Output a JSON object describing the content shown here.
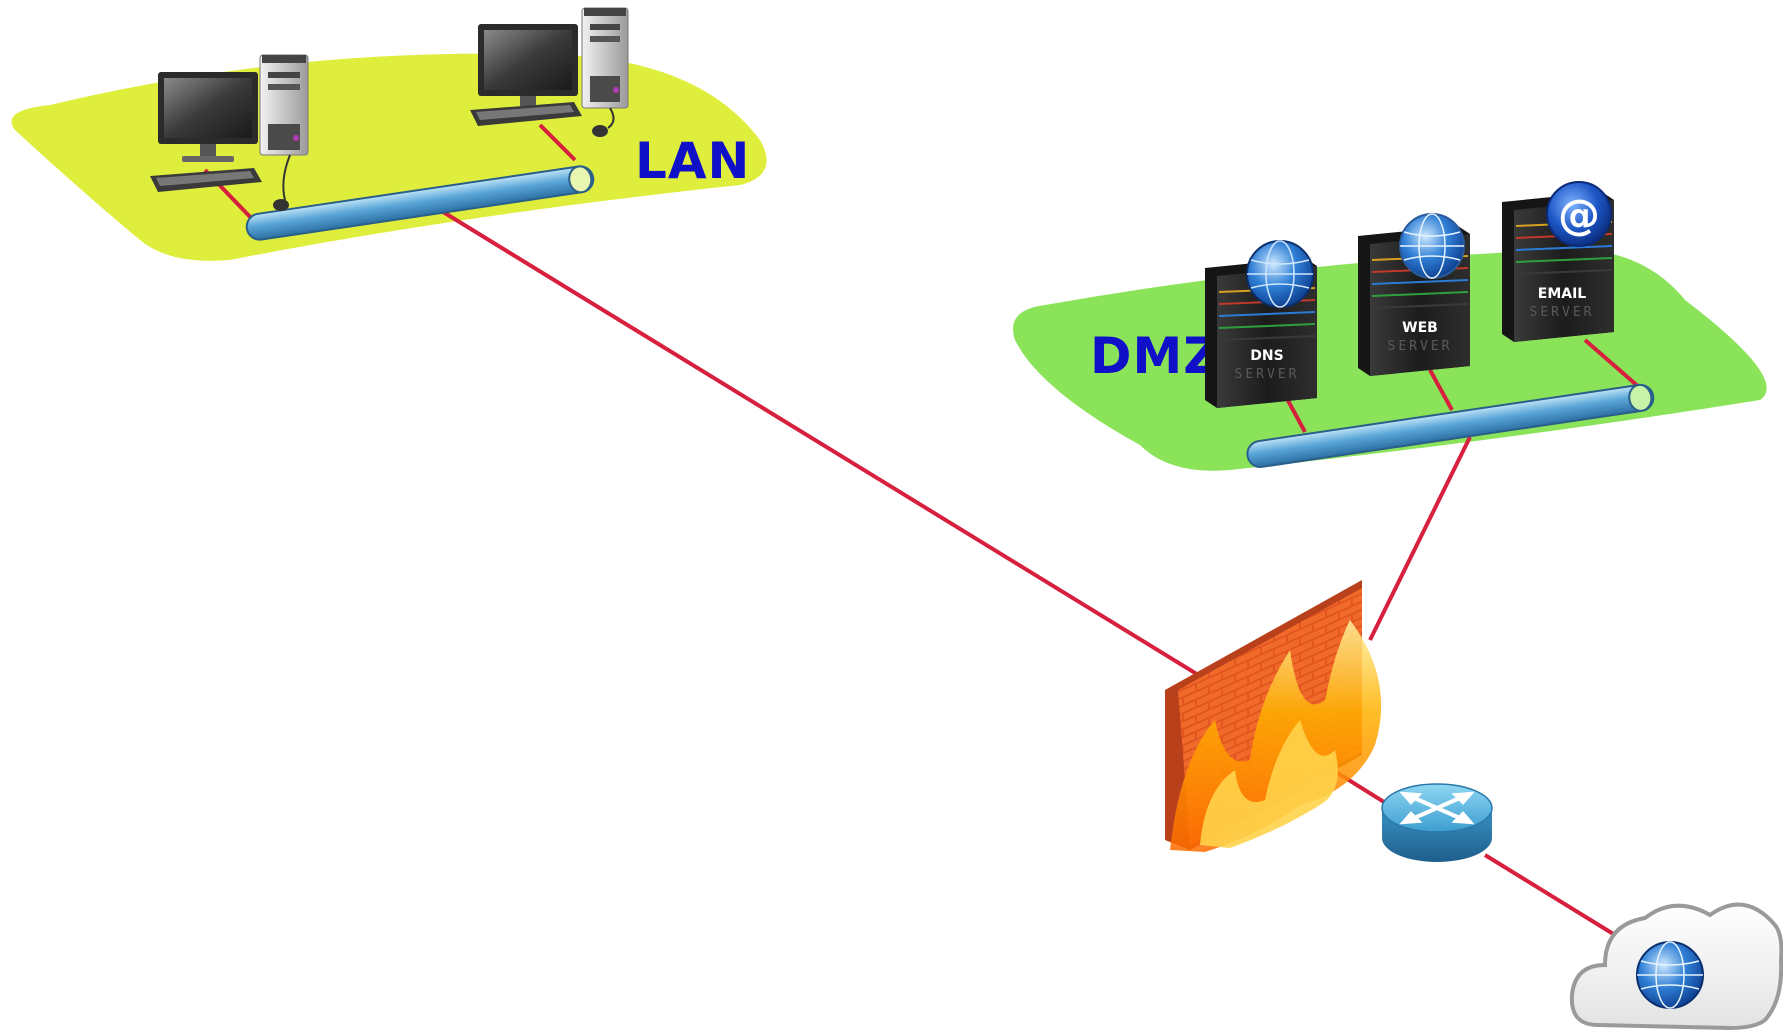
{
  "zones": {
    "lan": {
      "label": "LAN",
      "color": "#dfee3c"
    },
    "dmz": {
      "label": "DMZ",
      "color": "#8be35a"
    }
  },
  "label_color": "#1010c8",
  "link_color": "#d71f3e",
  "bus_color": "#5aa6d8",
  "servers": [
    {
      "label": "DNS",
      "sub": "SERVER",
      "icon": "globe-icon"
    },
    {
      "label": "WEB",
      "sub": "SERVER",
      "icon": "globe-icon"
    },
    {
      "label": "EMAIL",
      "sub": "SERVER",
      "icon": "at-sign-icon",
      "symbol": "@"
    }
  ],
  "nodes": [
    "workstation-1",
    "workstation-2",
    "firewall",
    "router",
    "internet-cloud"
  ]
}
